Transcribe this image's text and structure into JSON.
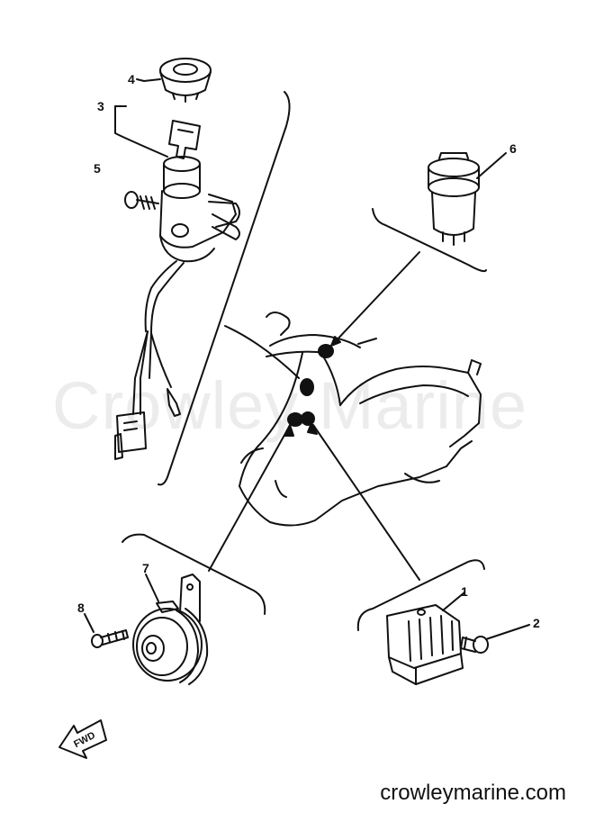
{
  "diagram": {
    "watermark": "Crowley Marine",
    "footer_url": "crowleymarine.com",
    "direction_arrow_label": "FWD",
    "callouts": [
      {
        "id": "1",
        "label": "1"
      },
      {
        "id": "2",
        "label": "2"
      },
      {
        "id": "3",
        "label": "3"
      },
      {
        "id": "4",
        "label": "4"
      },
      {
        "id": "5",
        "label": "5"
      },
      {
        "id": "6",
        "label": "6"
      },
      {
        "id": "7",
        "label": "7"
      },
      {
        "id": "8",
        "label": "8"
      }
    ]
  },
  "colors": {
    "line": "#111111",
    "watermark": "#ececec",
    "background": "#ffffff"
  }
}
